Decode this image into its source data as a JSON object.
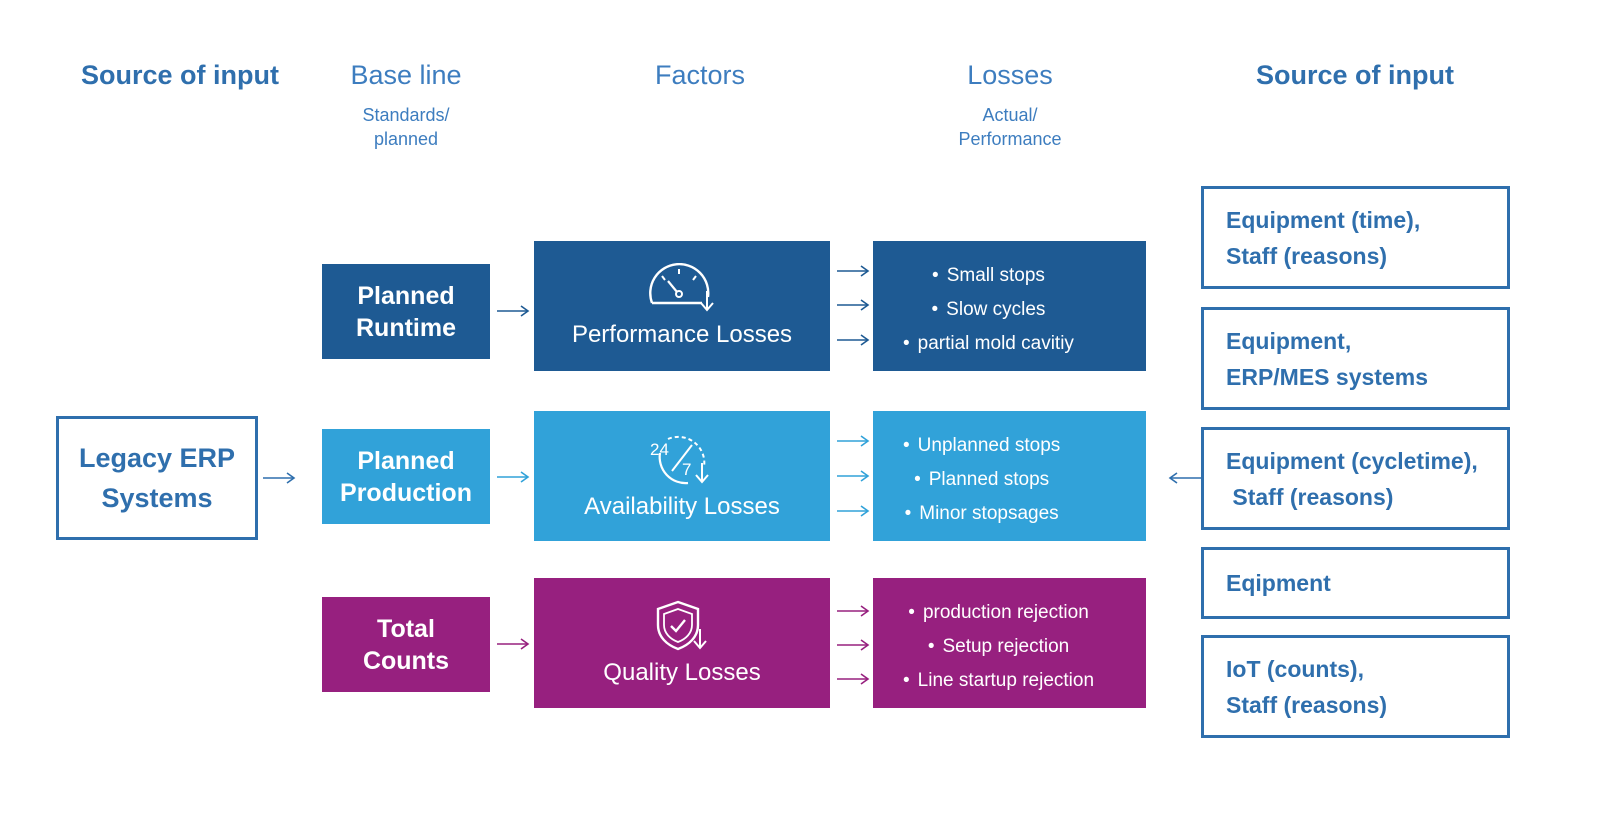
{
  "headers": {
    "source_left": "Source of input",
    "baseline": "Base line",
    "baseline_sub_1": "Standards/",
    "baseline_sub_2": "planned",
    "factors": "Factors",
    "losses": "Losses",
    "losses_sub_1": "Actual/",
    "losses_sub_2": "Performance",
    "source_right": "Source of input"
  },
  "legacy": {
    "line1": "Legacy ERP",
    "line2": "Systems"
  },
  "rows": [
    {
      "baseline_1": "Planned",
      "baseline_2": "Runtime",
      "factor": "Performance Losses",
      "icon": "speedometer-icon",
      "losses": [
        "Small stops",
        "Slow cycles",
        "partial mold cavitiy"
      ]
    },
    {
      "baseline_1": "Planned",
      "baseline_2": "Production",
      "factor": "Availability Losses",
      "icon": "clock-24-7-icon",
      "icon_text_1": "24",
      "icon_text_2": "7",
      "losses": [
        "Unplanned stops",
        "Planned stops",
        "Minor stopsages"
      ]
    },
    {
      "baseline_1": "Total",
      "baseline_2": "Counts",
      "factor": "Quality Losses",
      "icon": "shield-check-icon",
      "losses": [
        "production rejection",
        "Setup rejection",
        "Line startup rejection"
      ]
    }
  ],
  "sources": [
    {
      "line1": "Equipment (time),",
      "line2": "Staff (reasons)"
    },
    {
      "line1": "Equipment,",
      "line2": "ERP/MES systems"
    },
    {
      "line1": "Equipment (cycletime),",
      "line2": " Staff (reasons)"
    },
    {
      "line1": "Eqipment"
    },
    {
      "line1": "IoT (counts),",
      "line2": "Staff (reasons)"
    }
  ],
  "colors": {
    "dark_blue": "#1e5a93",
    "light_blue": "#31a2d9",
    "purple": "#97207f",
    "outline_blue": "#2f6fad"
  }
}
